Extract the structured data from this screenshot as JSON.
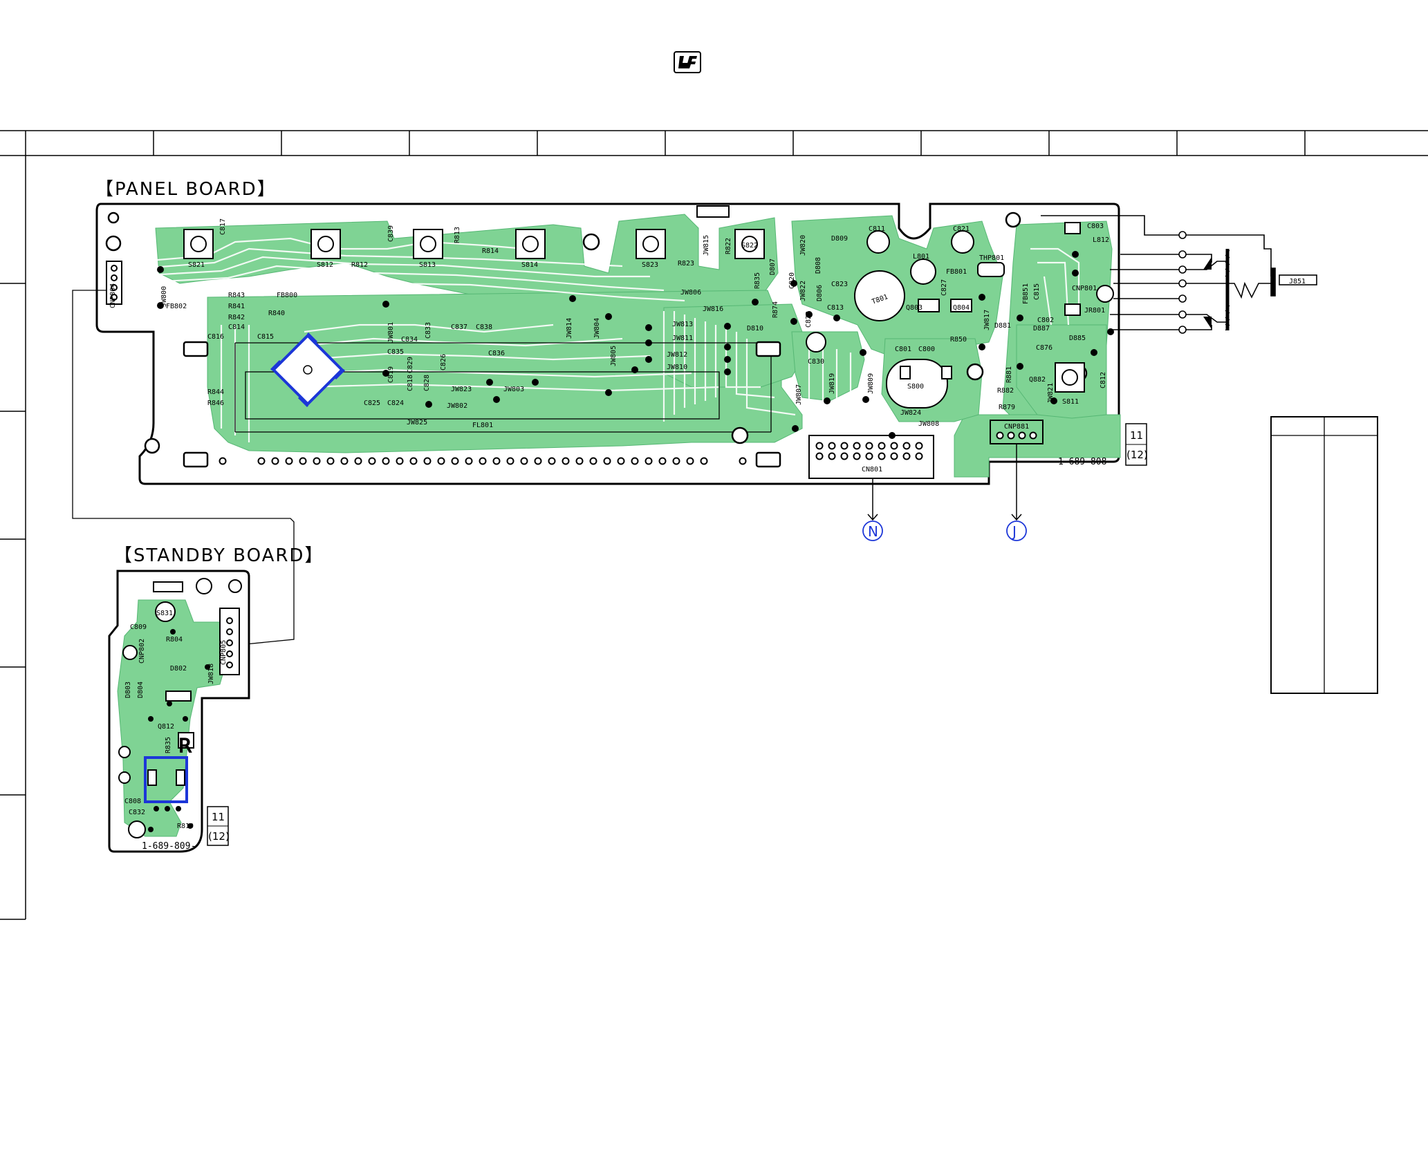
{
  "logo_icon": "lead-free-mark-icon",
  "colors": {
    "copper": "#7fd394",
    "copper_edge": "#56b774",
    "ink": "#000000",
    "highlight": "#1c36d8"
  },
  "boards": {
    "panel": {
      "title": "【PANEL BOARD】",
      "part_number": "1-689-808-",
      "ref_top": "11",
      "ref_bottom": "(12)"
    },
    "standby": {
      "title": "【STANDBY BOARD】",
      "part_number": "1-689-809-",
      "ref_top": "11",
      "ref_bottom": "(12)"
    }
  },
  "connectors": {
    "n": "N",
    "j": "J"
  },
  "panel_labels": [
    "S821",
    "C817",
    "S812",
    "R812",
    "C839",
    "S813",
    "R813",
    "R814",
    "S814",
    "S823",
    "R823",
    "JW815",
    "R822",
    "S822",
    "JW806",
    "R835",
    "D807",
    "JW820",
    "D809",
    "C811",
    "D808",
    "C823",
    "L801",
    "C821",
    "FB801",
    "THP801",
    "C803",
    "L812",
    "C820",
    "JW822",
    "D806",
    "T801",
    "C827",
    "Q803",
    "Q804",
    "FB851",
    "C815",
    "CNP801",
    "JR801",
    "JW800",
    "FB802",
    "CNP804",
    "R843",
    "FB800",
    "R841",
    "R840",
    "R842",
    "C814",
    "C816",
    "C815",
    "JW801",
    "C834",
    "C833",
    "C835",
    "C837",
    "C838",
    "C836",
    "C819",
    "C829",
    "C826",
    "C818",
    "C828",
    "R844",
    "R846",
    "C825",
    "C824",
    "JW823",
    "JW803",
    "JW802",
    "JW825",
    "FL801",
    "JW814",
    "JW804",
    "JW805",
    "JW813",
    "JW811",
    "JW812",
    "JW810",
    "JW816",
    "D810",
    "R874",
    "C822",
    "C813",
    "C830",
    "JW807",
    "JW819",
    "JW809",
    "C801",
    "C800",
    "S800",
    "JW824",
    "JW808",
    "R850",
    "JW817",
    "D881",
    "C802",
    "D887",
    "D885",
    "C876",
    "R881",
    "Q882",
    "R882",
    "R879",
    "JW821",
    "S811",
    "C812",
    "CNP881",
    "CN801",
    "J851"
  ],
  "standby_labels": [
    "S831",
    "C809",
    "R804",
    "D802",
    "CNP802",
    "CNP805",
    "JW818",
    "D803",
    "D804",
    "Q812",
    "R835",
    "C808",
    "C832",
    "R810"
  ],
  "standby_marker": "R"
}
